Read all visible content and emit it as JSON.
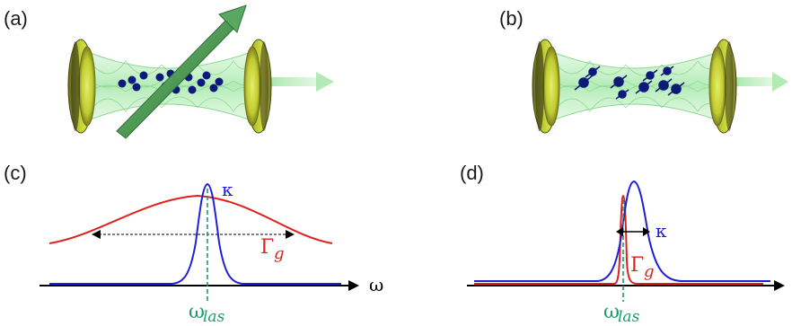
{
  "panels": {
    "a": {
      "label": "(a)"
    },
    "b": {
      "label": "(b)"
    },
    "c": {
      "label": "(c)",
      "kappa": "κ",
      "gamma": "Γ",
      "gamma_sub": "g",
      "omega_axis": "ω",
      "omega_las": "ω",
      "omega_las_sub": "las"
    },
    "d": {
      "label": "(d)",
      "kappa": "κ",
      "gamma": "Γ",
      "gamma_sub": "g",
      "omega_las": "ω",
      "omega_las_sub": "las"
    }
  },
  "colors": {
    "kappa_curve": "#1f1fd6",
    "gain_curve": "#e0201e",
    "omega_las": "#1e9a6e",
    "mirror": "#a8b51c",
    "beam": "#7fdc8a",
    "atom": "#0d1a7a"
  }
}
